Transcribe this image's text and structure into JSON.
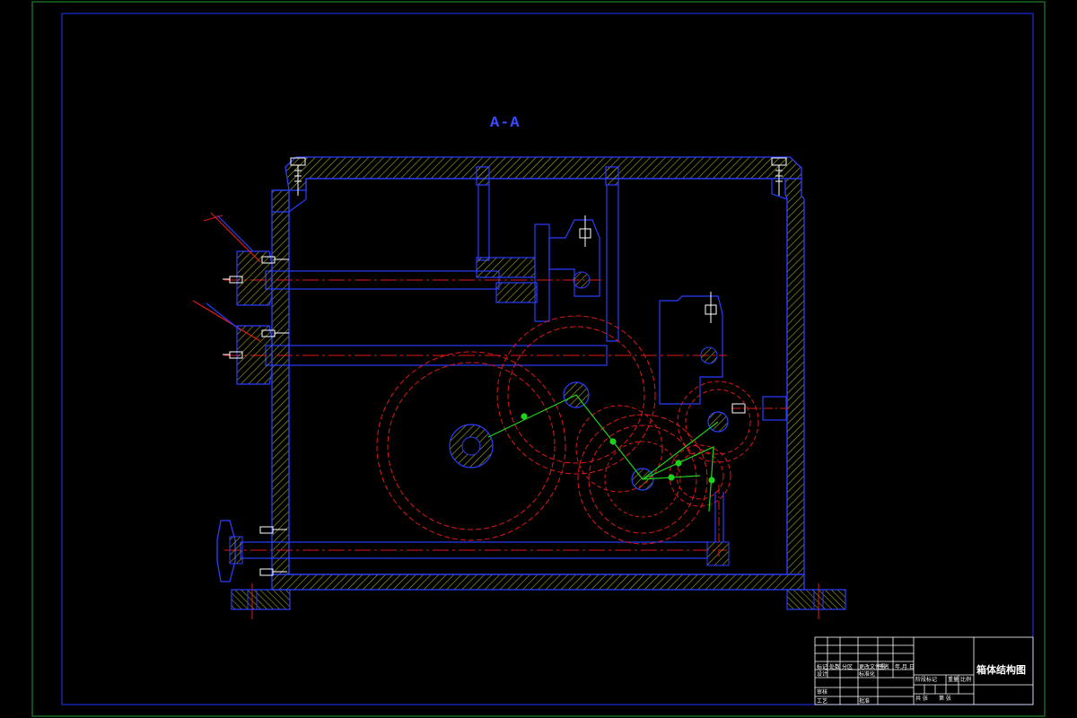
{
  "drawing": {
    "section_label": "A-A",
    "colors": {
      "background": "#000000",
      "outer_border": "#1f9a2f",
      "inner_border": "#2233ff",
      "housing": "#2b3dff",
      "hatch": "#9aa21e",
      "gear_pitch": "#e01818",
      "centerline": "#e01818",
      "linkage": "#1fd11f",
      "fastener": "#ffffff",
      "text": "#ffffff"
    },
    "parts": {
      "housing": "gearbox-housing",
      "shafts": [
        "upper-shaft",
        "middle-shaft",
        "lower-shaft"
      ],
      "gears": [
        "large-gear-left",
        "gear-upper",
        "gear-center",
        "gear-small-right",
        "gear-right-small",
        "gear-mid-small"
      ],
      "linkage": "gear-train-linkage",
      "handwheel": "hand-wheel"
    }
  },
  "title_block": {
    "drawing_title": "箱体结构图",
    "labels": {
      "mark": "标记",
      "count": "处数",
      "zone": "分区",
      "change_doc": "更改文件号",
      "signature": "签名",
      "date": "年.月.日",
      "design": "设计",
      "standardize": "标准化",
      "review": "审核",
      "process": "工艺",
      "approve": "批准",
      "stage_mark": "阶段标记",
      "weight": "重量",
      "scale": "比例",
      "sheets_total": "共 张",
      "sheet_no": "第 张"
    }
  }
}
